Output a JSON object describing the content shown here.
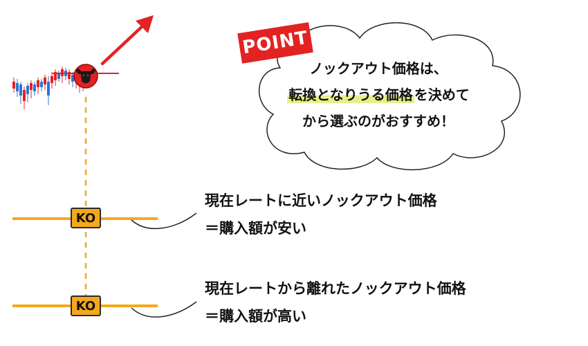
{
  "point_badge": "POINT",
  "cloud": {
    "line1": "ノックアウト価格は、",
    "line2_highlight": "転換となりうる価格",
    "line2_rest": "を決めて",
    "line3": "から選ぶのがおすすめ！"
  },
  "ko_label": "KO",
  "notes": {
    "near": {
      "line1": "現在レートに近いノックアウト価格",
      "line2": "＝購入額が安い"
    },
    "far": {
      "line1": "現在レートから離れたノックアウト価格",
      "line2": "＝購入額が高い"
    }
  },
  "colors": {
    "accent_red": "#e32222",
    "ko_orange": "#f5a81c",
    "candle_up": "#e32222",
    "candle_down": "#2b74d6",
    "highlight": "#e6f08a"
  },
  "icons": {
    "bull": "bull-head-icon",
    "trend": "up-arrow-icon"
  }
}
